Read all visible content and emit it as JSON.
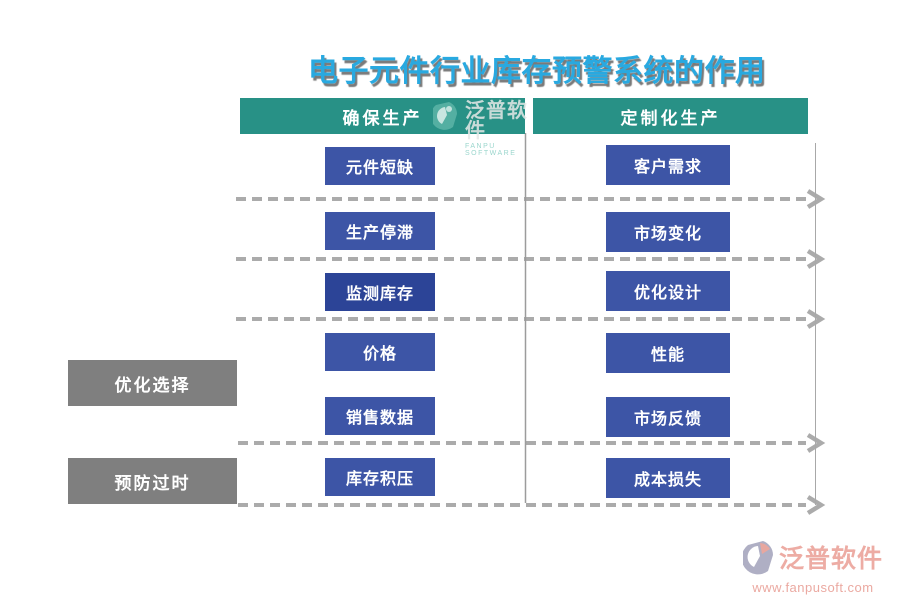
{
  "title": "电子元件行业库存预警系统的作用",
  "colors": {
    "title_blue": "#29A9E0",
    "header_teal": "#289186",
    "box_blue": "#3D55A6",
    "box_blue_dark": "#2C4497",
    "side_gray": "#7F7F7F",
    "arrow_gray": "#ABABAB",
    "watermark_salmon": "#EBA9A1"
  },
  "columns": [
    {
      "header": "确保生产",
      "items": [
        "元件短缺",
        "生产停滞",
        "监测库存",
        "价格",
        "销售数据",
        "库存积压"
      ]
    },
    {
      "header": "定制化生产",
      "items": [
        "客户需求",
        "市场变化",
        "优化设计",
        "性能",
        "市场反馈",
        "成本损失"
      ]
    }
  ],
  "side_labels": [
    "优化选择",
    "预防过时"
  ],
  "watermarks": {
    "center": {
      "name": "泛普软件",
      "subtitle": "FANPU SOFTWARE"
    },
    "bottom_right": {
      "name": "泛普软件",
      "url": "www.fanpusoft.com"
    }
  }
}
